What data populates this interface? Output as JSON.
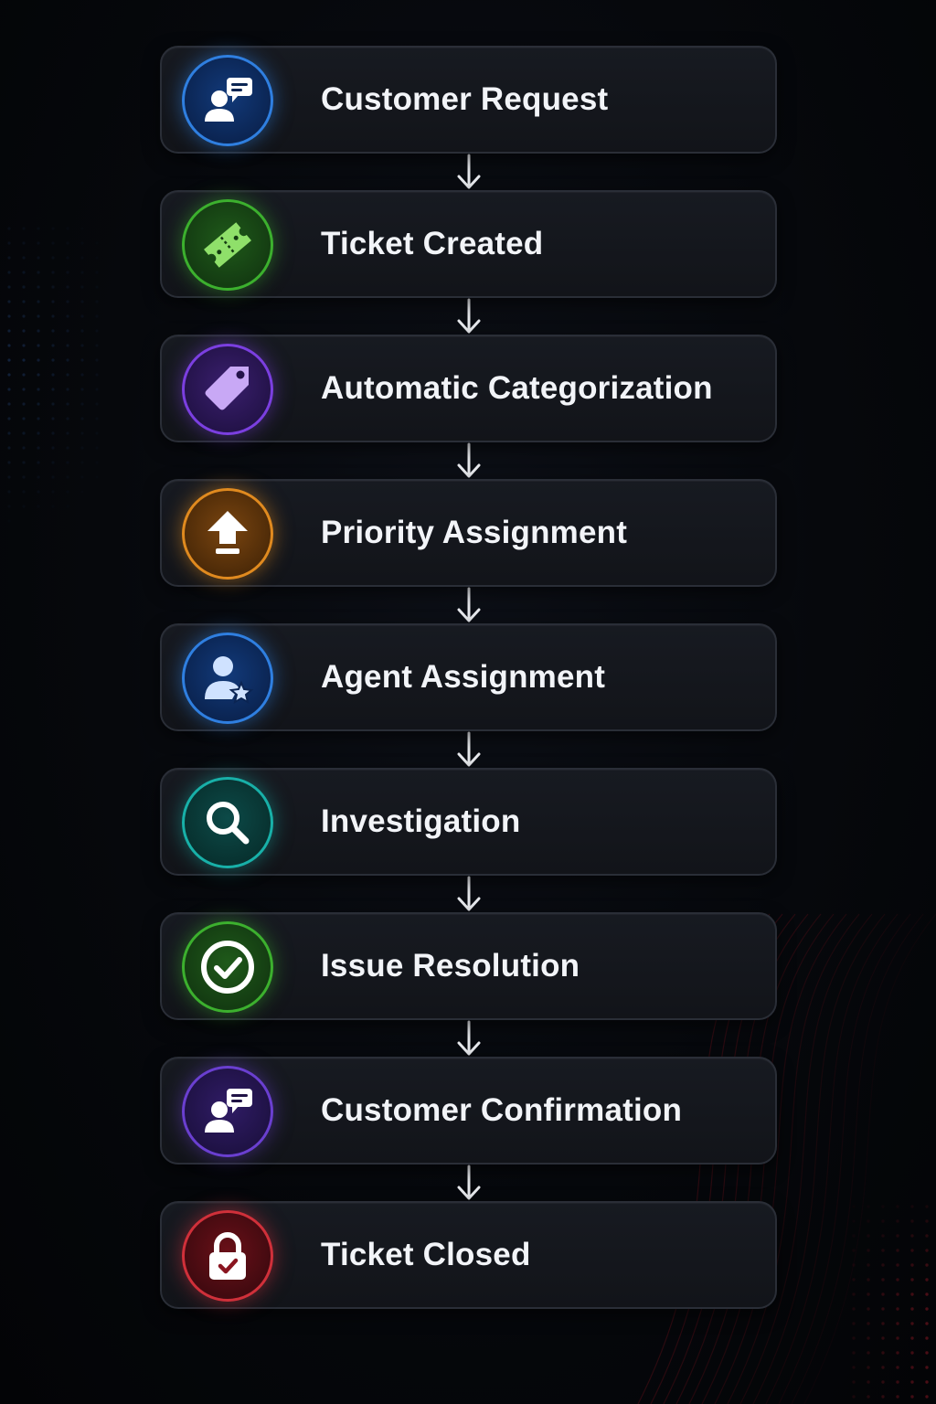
{
  "steps": [
    {
      "label": "Customer Request",
      "icon": "customer-chat-icon",
      "color": "#2f7fe0"
    },
    {
      "label": "Ticket Created",
      "icon": "ticket-icon",
      "color": "#3cb02e"
    },
    {
      "label": "Automatic Categorization",
      "icon": "tag-icon",
      "color": "#7b3fe0"
    },
    {
      "label": "Priority Assignment",
      "icon": "upload-arrow-icon",
      "color": "#e08a1f"
    },
    {
      "label": "Agent Assignment",
      "icon": "agent-star-icon",
      "color": "#2f7fe0"
    },
    {
      "label": "Investigation",
      "icon": "search-icon",
      "color": "#18b0a8"
    },
    {
      "label": "Issue Resolution",
      "icon": "check-circle-icon",
      "color": "#3cb02e"
    },
    {
      "label": "Customer Confirmation",
      "icon": "customer-chat-icon",
      "color": "#6a3fd0"
    },
    {
      "label": "Ticket Closed",
      "icon": "lock-check-icon",
      "color": "#d0303a"
    }
  ],
  "connector_icon": "arrow-down-icon"
}
